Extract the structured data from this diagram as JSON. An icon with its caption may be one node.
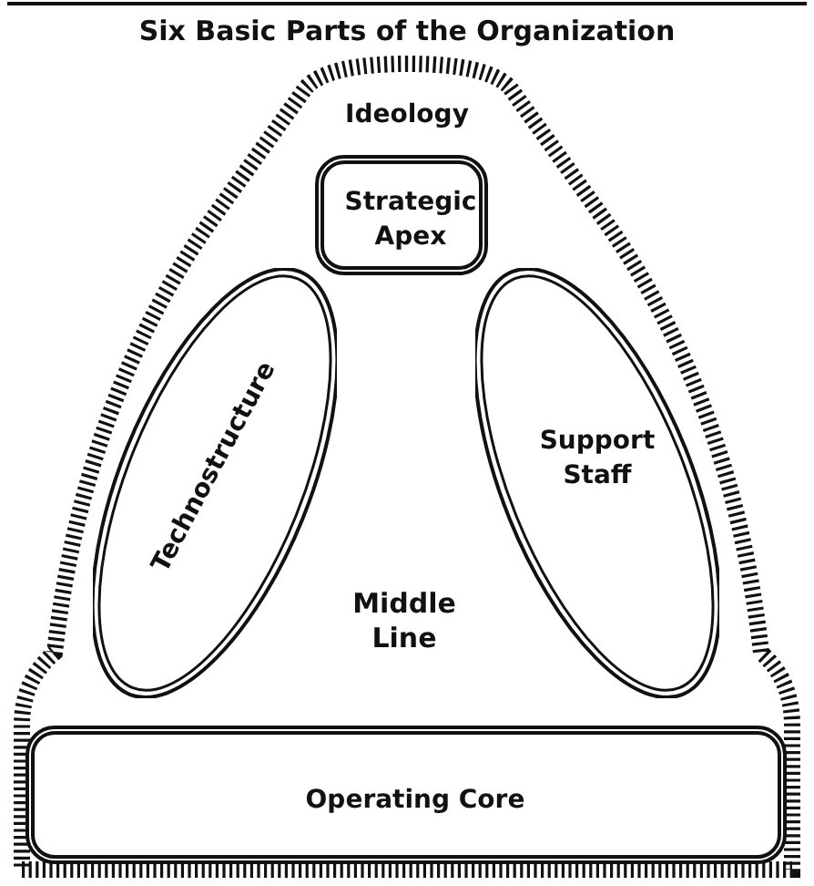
{
  "diagram": {
    "title": "Six Basic Parts of the Organization",
    "nodes": [
      {
        "text": [
          "Ideology"
        ]
      },
      {
        "text": [
          "Strategic Apex"
        ],
        "in": 0
      },
      {
        "text": [
          "Technostructure"
        ],
        "in": 0
      },
      {
        "text": [
          "Support Staff"
        ],
        "in": 0
      },
      {
        "text": [
          "Middle Line"
        ],
        "in": 0
      },
      {
        "text": [
          "Operating Core"
        ],
        "in": 0
      }
    ],
    "edges": []
  }
}
